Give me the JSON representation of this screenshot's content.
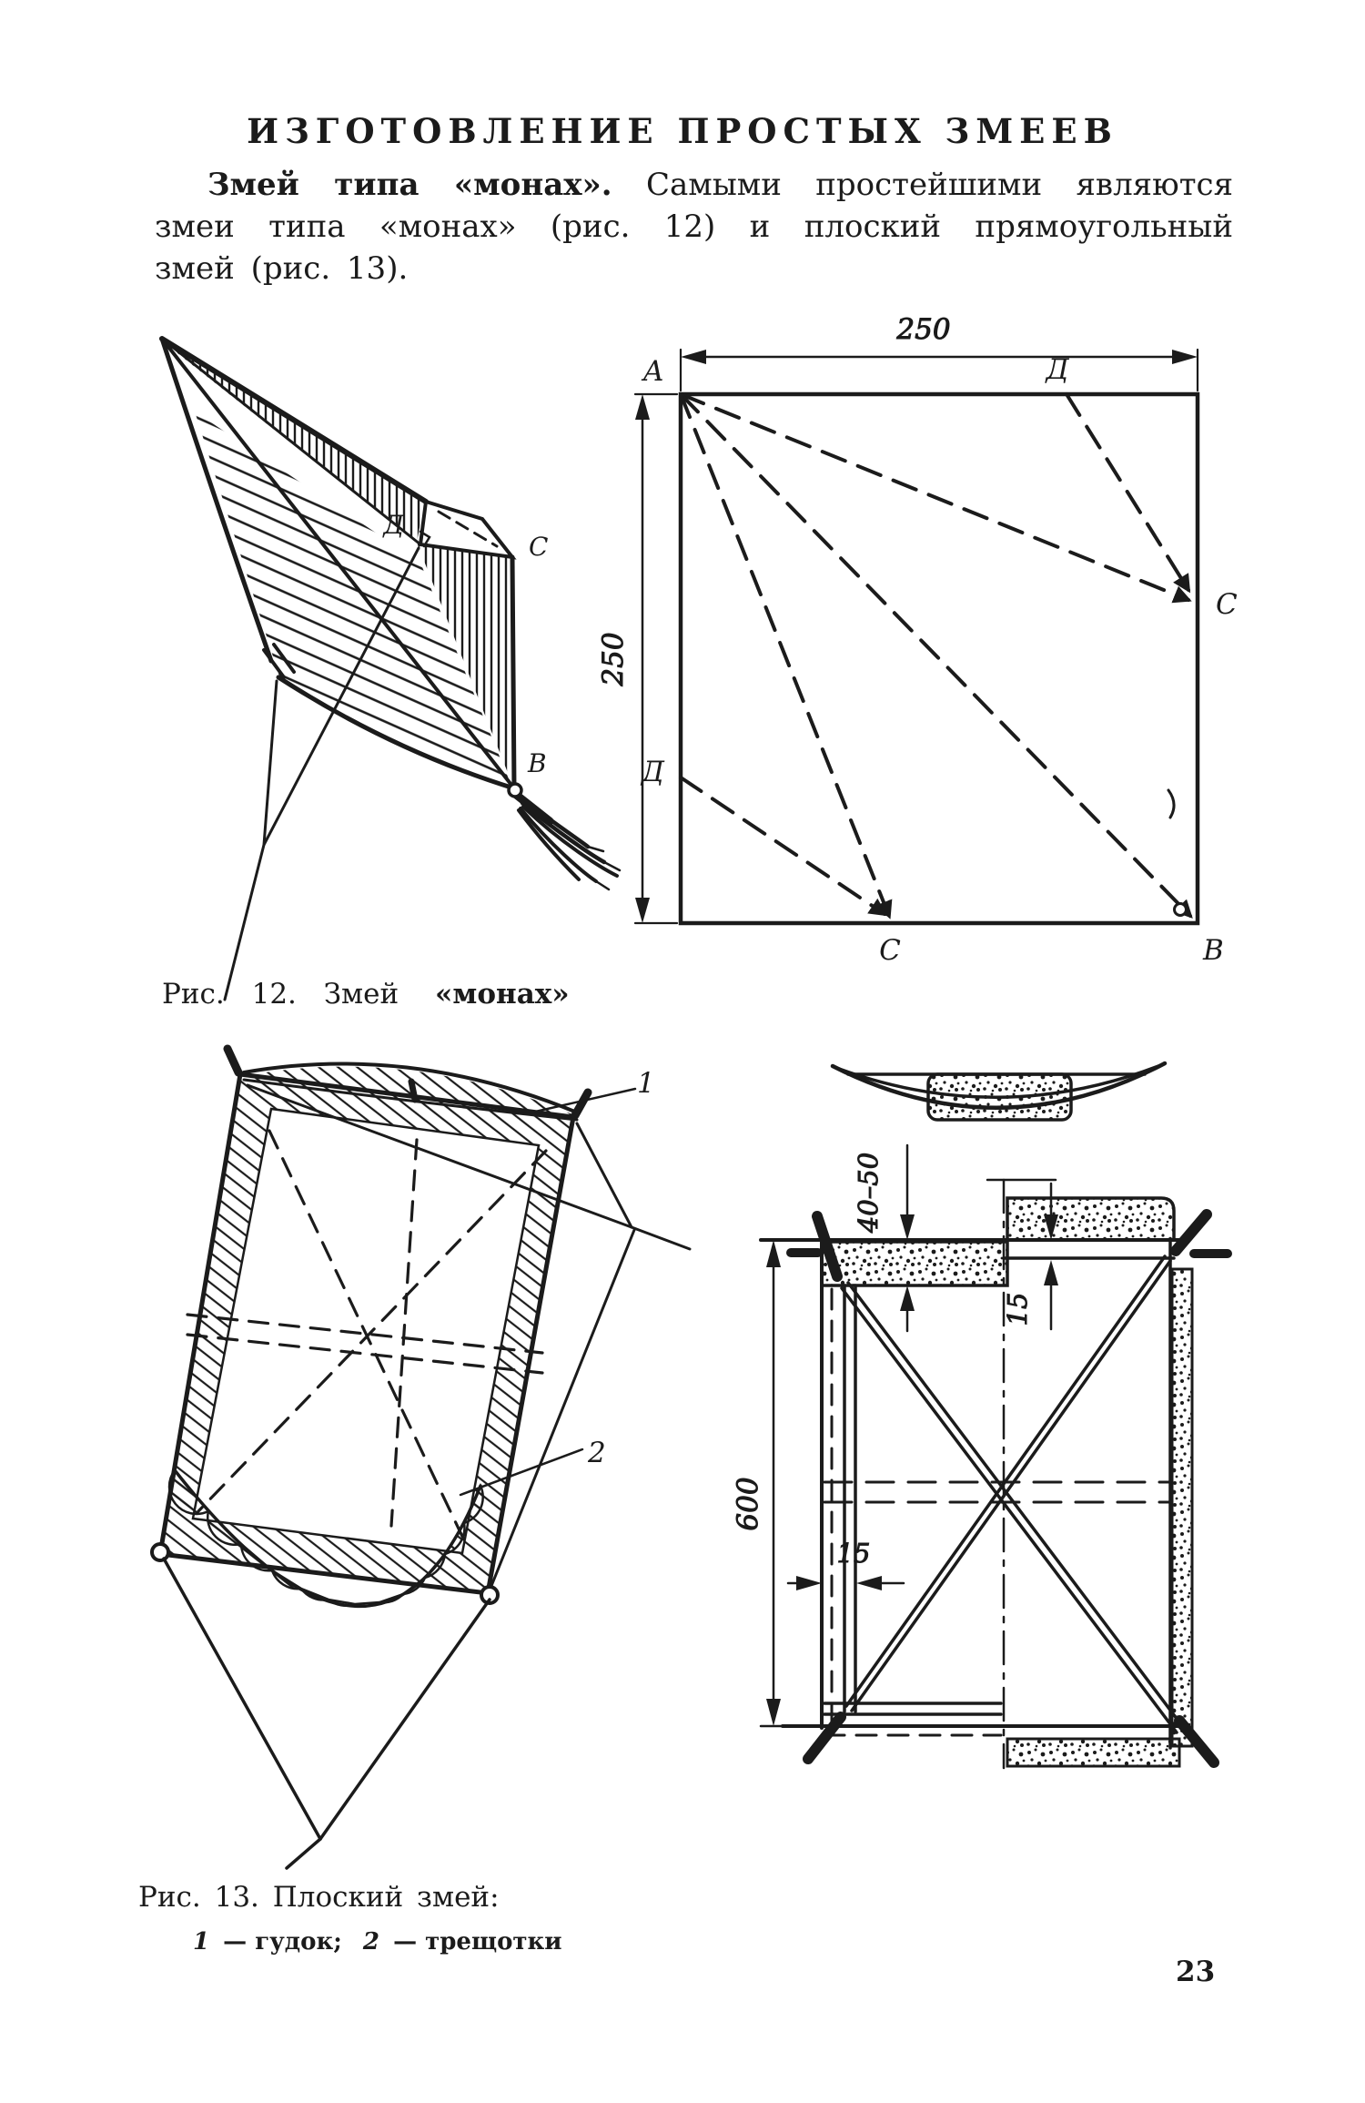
{
  "page": {
    "title": "ИЗГОТОВЛЕНИЕ ПРОСТЫХ ЗМЕЕВ",
    "paragraph": {
      "lead_bold": "Змей типа «монах».",
      "line1_rest": "Самыми простейшими являются",
      "line2": "змеи типа «монах» (рис. 12) и плоский прямоугольный",
      "line3": "змей (рис. 13)."
    },
    "page_number": "23"
  },
  "figure12": {
    "caption_prefix": "Рис. 12. Змей",
    "caption_bold": "«монах»",
    "kite": {
      "label_d": "Д",
      "label_c": "С",
      "label_b": "В"
    },
    "square": {
      "label_a": "А",
      "label_d_top": "Д",
      "label_c_right": "С",
      "label_d_left": "Д",
      "label_c_bottom": "С",
      "label_b": "В",
      "dim_top": "250",
      "dim_left": "250"
    }
  },
  "figure13": {
    "caption_title": "Рис. 13. Плоский змей:",
    "legend": {
      "num1": "1",
      "text1": "— гудок;",
      "num2": "2",
      "text2": "— трещотки"
    },
    "callout_1": "1",
    "callout_2": "2",
    "dims": {
      "height": "600",
      "border": "40–50",
      "batten": "15",
      "stick": "15"
    }
  },
  "colors": {
    "ink": "#1b1b1b",
    "paper": "#ffffff"
  }
}
